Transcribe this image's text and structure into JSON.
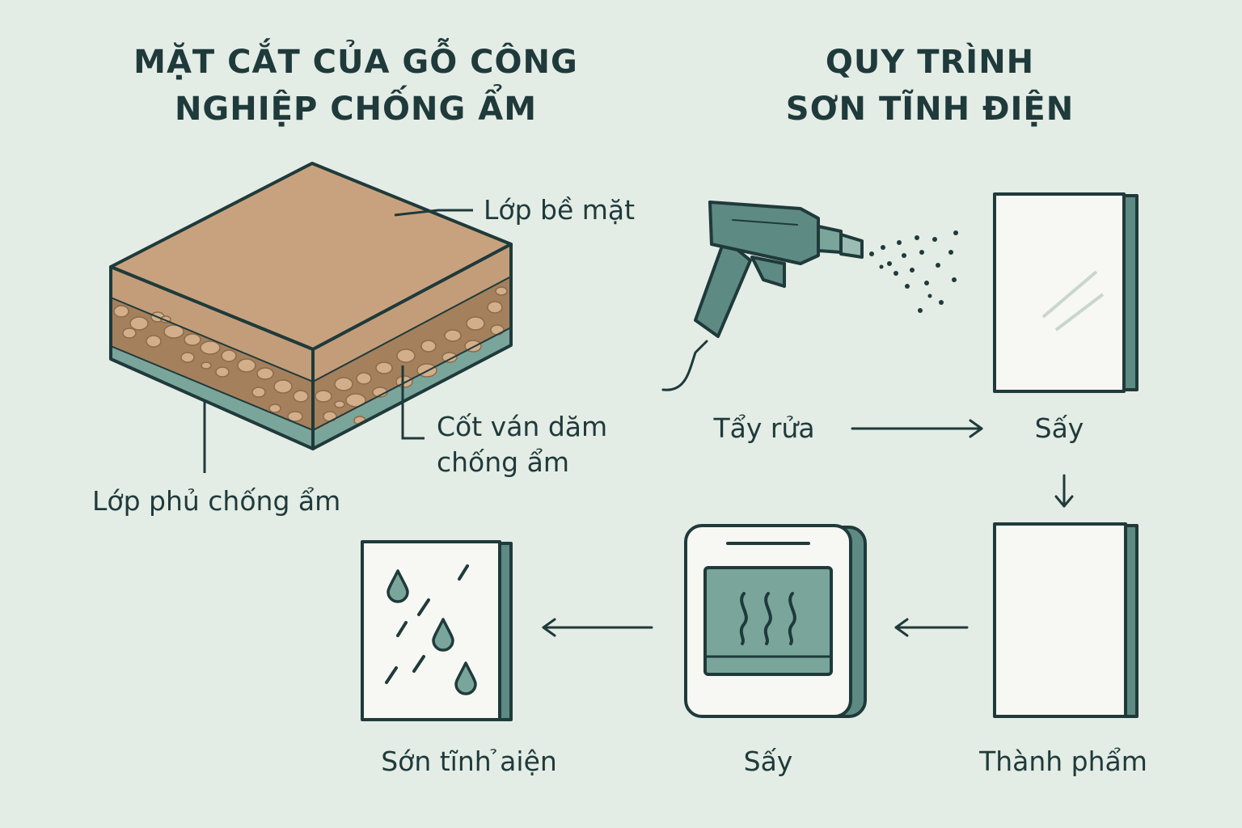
{
  "left_panel": {
    "title_lines": [
      "MẶT CẮT CỦA GỖ CÔNG",
      "NGHIỆP CHỐNG ẨM"
    ],
    "labels": {
      "surface_layer": "Lớp bề mặt",
      "core_lines": [
        "Cốt ván dăm",
        "chống ẩm"
      ],
      "coating": "Lớp phủ chống ẩm"
    }
  },
  "right_panel": {
    "title_lines": [
      "QUY TRÌNH",
      "SƠN TĨNH ĐIỆN"
    ],
    "steps": {
      "wash": "Tẩy rửa",
      "dry_1": "Sấy",
      "finished": "Thành phẩm",
      "dry_2": "Sấy",
      "paint": "Sớn tĩnh ̉aiện"
    }
  },
  "colors": {
    "background": "#e4ece6",
    "outline": "#1f3a3a",
    "wood_top": "#c8a27f",
    "wood_core": "#a5805d",
    "wood_chips": "#d2ae8a",
    "coating": "#7aa59b",
    "teal": "#5e8a84",
    "panel_fill": "#f7f7f4"
  },
  "icons": [
    "spray-gun-icon",
    "board-icon",
    "oven-icon",
    "heat-waves-icon",
    "water-drop-icon",
    "arrow-icon"
  ]
}
